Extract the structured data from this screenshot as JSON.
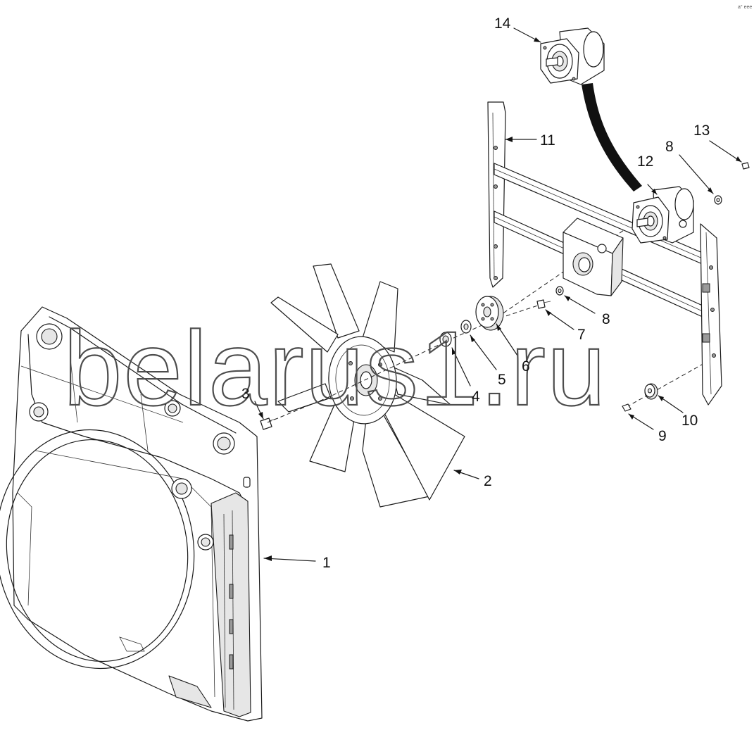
{
  "diagram": {
    "callouts": [
      {
        "id": "callout-1",
        "text": "1"
      },
      {
        "id": "callout-2",
        "text": "2"
      },
      {
        "id": "callout-3",
        "text": "3"
      },
      {
        "id": "callout-4",
        "text": "4"
      },
      {
        "id": "callout-5",
        "text": "5"
      },
      {
        "id": "callout-6",
        "text": "6"
      },
      {
        "id": "callout-7",
        "text": "7"
      },
      {
        "id": "callout-8a",
        "text": "8"
      },
      {
        "id": "callout-8b",
        "text": "8"
      },
      {
        "id": "callout-9",
        "text": "9"
      },
      {
        "id": "callout-10",
        "text": "10"
      },
      {
        "id": "callout-11",
        "text": "11"
      },
      {
        "id": "callout-12",
        "text": "12"
      },
      {
        "id": "callout-13",
        "text": "13"
      },
      {
        "id": "callout-14",
        "text": "14"
      }
    ],
    "watermark": "belarus1.ru",
    "corner_mark": "a° eee"
  }
}
